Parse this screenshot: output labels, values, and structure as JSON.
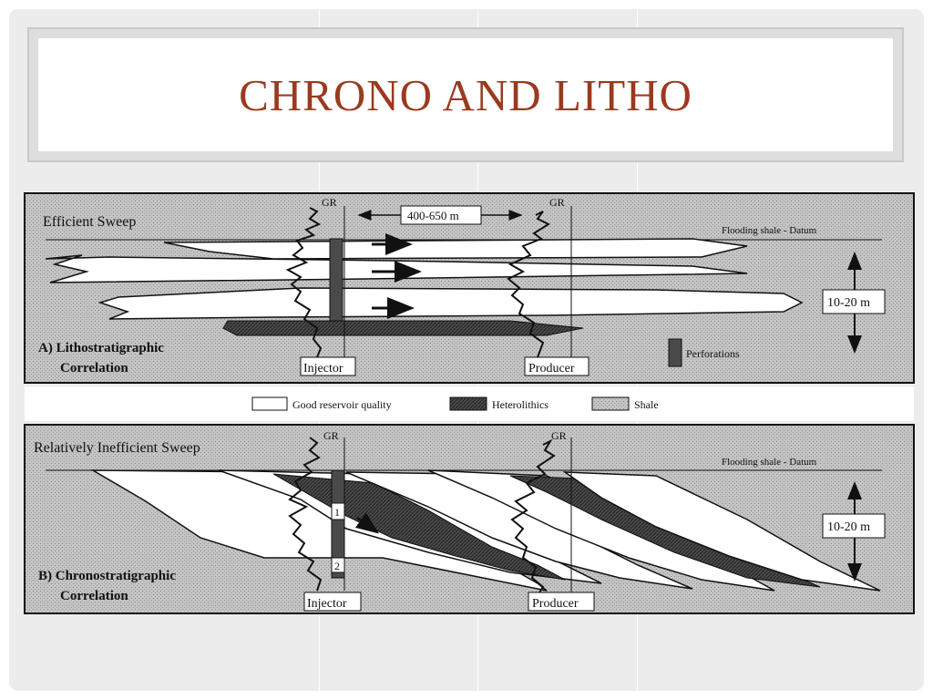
{
  "slide": {
    "title": "CHRONO AND LITHO"
  },
  "panel_a": {
    "heading": "Efficient Sweep",
    "label_line1": "A) Lithostratigraphic",
    "label_line2": "Correlation",
    "gr_left": "GR",
    "gr_right": "GR",
    "spacing": "400-650 m",
    "datum": "Flooding shale - Datum",
    "thickness": "10-20 m",
    "perforations": "Perforations",
    "injector": "Injector",
    "producer": "Producer"
  },
  "legend": {
    "good": "Good reservoir quality",
    "heterolithics": "Heterolithics",
    "shale": "Shale"
  },
  "panel_b": {
    "heading": "Relatively Inefficient Sweep",
    "label_line1": "B) Chronostratigraphic",
    "label_line2": "Correlation",
    "gr_left": "GR",
    "gr_right": "GR",
    "datum": "Flooding shale - Datum",
    "thickness": "10-20 m",
    "injector": "Injector",
    "producer": "Producer",
    "perf_1": "1",
    "perf_2": "2"
  },
  "colors": {
    "title": "#9a3a1e",
    "shale": "#bdbdbd",
    "good": "#ffffff",
    "heterolithics": "#4a4a4a"
  }
}
